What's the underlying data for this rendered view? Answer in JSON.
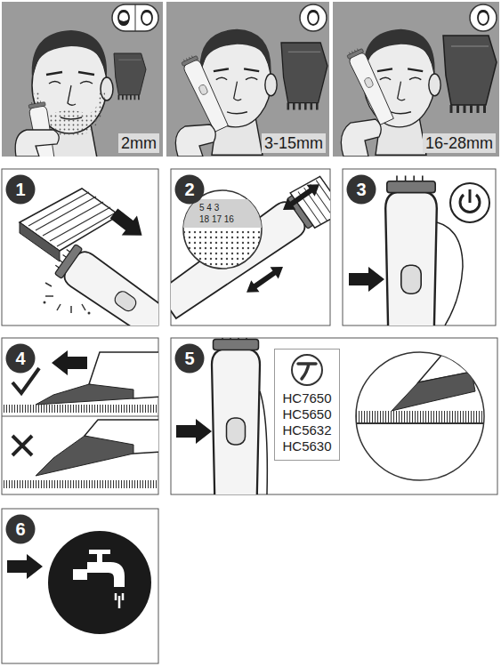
{
  "diagram": {
    "nodes": [
      {
        "text": [
          "2mm"
        ]
      },
      {
        "text": [
          "3-15mm"
        ]
      },
      {
        "text": [
          "16-28mm"
        ]
      },
      {
        "text": [
          "1"
        ]
      },
      {
        "text": [
          "2"
        ]
      },
      {
        "text": [
          "3"
        ]
      },
      {
        "text": [
          "4"
        ]
      },
      {
        "text": [
          "5"
        ]
      },
      {
        "text": [
          "HC7650",
          "HC5650",
          "HC5632",
          "HC5630"
        ]
      },
      {
        "text": [
          "6"
        ]
      }
    ],
    "labels": [
      "5 4 3",
      "18 17 16"
    ]
  }
}
